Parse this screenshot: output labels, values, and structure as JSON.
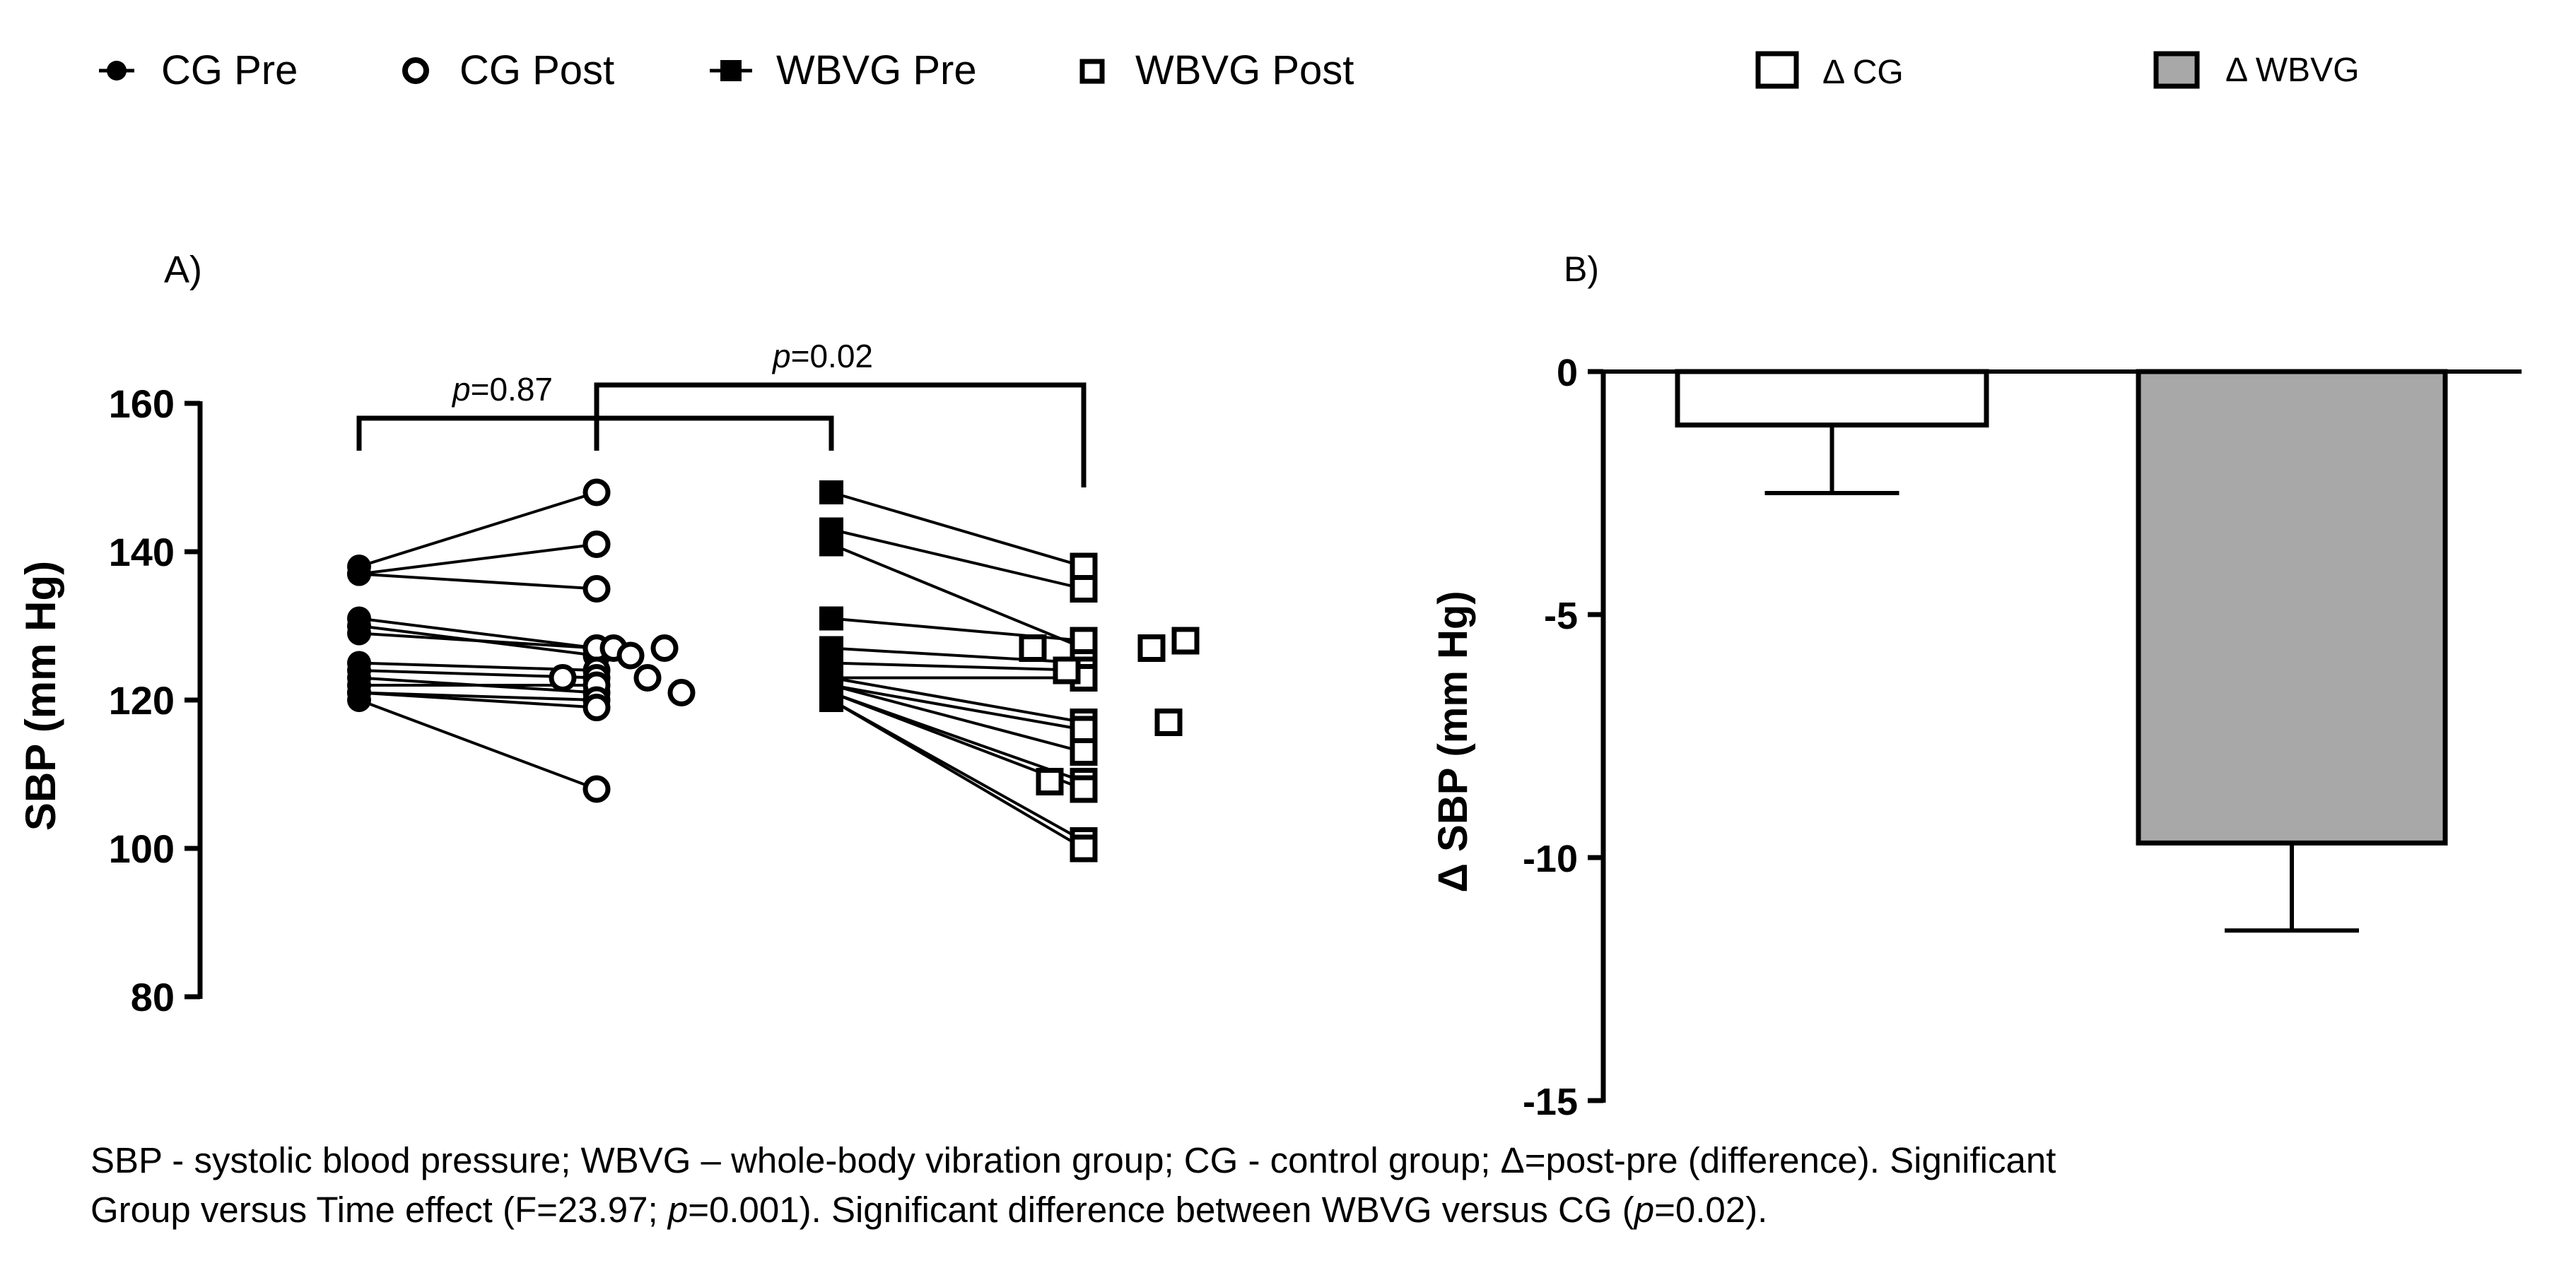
{
  "legend": {
    "cg_pre": "CG Pre",
    "cg_post": "CG Post",
    "wbvg_pre": "WBVG Pre",
    "wbvg_post": "WBVG Post",
    "delta_cg": "Δ CG",
    "delta_wbvg": "Δ WBVG"
  },
  "colors": {
    "ink": "#000000",
    "bar_wbvg": "#a8a8a8",
    "bar_cg": "#ffffff"
  },
  "chart_data": [
    {
      "panel": "A)",
      "type": "scatter",
      "ylabel": "SBP (mm Hg)",
      "ylim": [
        80,
        160
      ],
      "yticks": [
        80,
        100,
        120,
        140,
        160
      ],
      "groups": [
        "CG",
        "WBVG"
      ],
      "series": [
        {
          "name": "CG Pre",
          "group": "CG",
          "time": "Pre",
          "marker": "filled-circle"
        },
        {
          "name": "CG Post",
          "group": "CG",
          "time": "Post",
          "marker": "open-circle"
        },
        {
          "name": "WBVG Pre",
          "group": "WBVG",
          "time": "Pre",
          "marker": "filled-square"
        },
        {
          "name": "WBVG Post",
          "group": "WBVG",
          "time": "Post",
          "marker": "open-square"
        }
      ],
      "pairs": {
        "CG": [
          [
            138,
            148
          ],
          [
            137,
            141
          ],
          [
            137,
            135
          ],
          [
            131,
            127
          ],
          [
            130,
            126
          ],
          [
            129,
            127
          ],
          [
            125,
            124
          ],
          [
            124,
            123
          ],
          [
            123,
            121
          ],
          [
            122,
            122
          ],
          [
            121,
            120
          ],
          [
            121,
            119
          ],
          [
            120,
            108
          ]
        ],
        "WBVG": [
          [
            148,
            138
          ],
          [
            143,
            135
          ],
          [
            141,
            127
          ],
          [
            131,
            128
          ],
          [
            127,
            125
          ],
          [
            125,
            124
          ],
          [
            123,
            123
          ],
          [
            123,
            117
          ],
          [
            122,
            116
          ],
          [
            122,
            113
          ],
          [
            121,
            109
          ],
          [
            121,
            108
          ],
          [
            120,
            101
          ],
          [
            120,
            100
          ]
        ]
      },
      "post_extra": {
        "CG": [
          [
            1,
            127
          ],
          [
            4,
            127
          ],
          [
            -2,
            123
          ],
          [
            3,
            123
          ],
          [
            5,
            121
          ],
          [
            2,
            126
          ]
        ],
        "WBVG": [
          [
            -3,
            127
          ],
          [
            4,
            127
          ],
          [
            6,
            128
          ],
          [
            -1,
            124
          ],
          [
            5,
            117
          ],
          [
            -2,
            109
          ]
        ]
      },
      "annotations": [
        {
          "p_label": "p",
          "value": "=0.87",
          "between": [
            "CG Pre",
            "WBVG Pre"
          ]
        },
        {
          "p_label": "p",
          "value": "=0.02",
          "between": [
            "CG Post",
            "WBVG Post"
          ]
        }
      ]
    },
    {
      "panel": "B)",
      "type": "bar",
      "ylabel": "Δ SBP (mm Hg)",
      "ylim": [
        -15,
        0
      ],
      "yticks": [
        0,
        -5,
        -10,
        -15
      ],
      "categories": [
        "Δ CG",
        "Δ WBVG"
      ],
      "values": [
        -1.1,
        -9.7
      ],
      "errors": [
        1.4,
        1.8
      ]
    }
  ],
  "caption": {
    "line1_a": "SBP - systolic blood pressure; WBVG – whole-body vibration group; CG - control group; Δ=post-pre (difference). Significant",
    "line2_a": "Group versus Time effect (F=23.97; ",
    "p1": "p",
    "line2_b": "=0.001). Significant difference between WBVG versus CG (",
    "p2": "p",
    "line2_c": "=0.02)."
  }
}
